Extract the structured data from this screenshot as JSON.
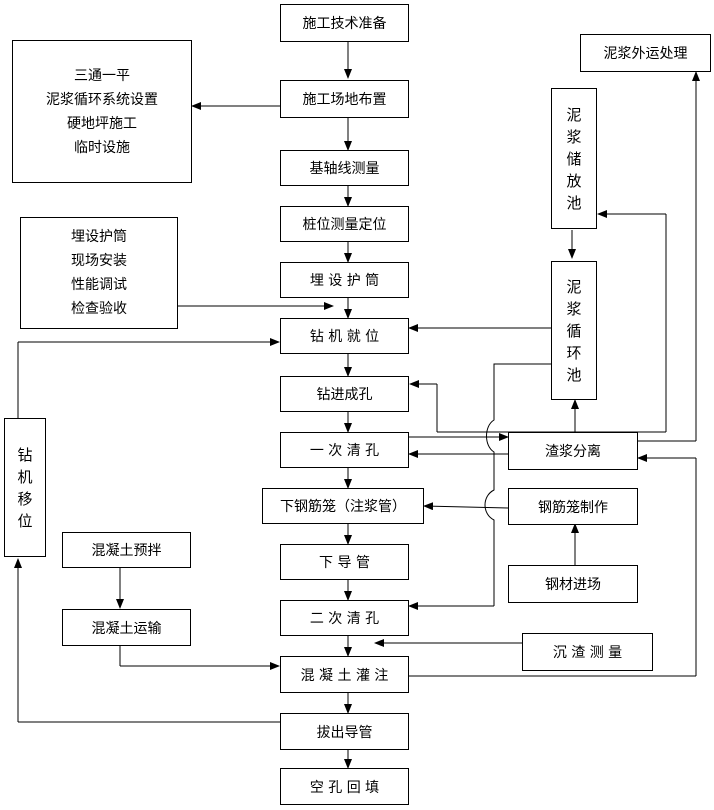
{
  "steps": [
    "施工技术准备",
    "施工场地布置",
    "基轴线测量",
    "桩位测量定位",
    "埋 设 护 筒",
    "钻 机 就 位",
    "钻进成孔",
    "一 次 清 孔",
    "下钢筋笼（注浆管）",
    "下   导   管",
    "二 次 清 孔",
    "混 凝 土 灌 注",
    "拔出导管",
    "空 孔 回 填"
  ],
  "site_prep": [
    "三通一平",
    "泥浆循环系统设置",
    "硬地坪施工",
    "临时设施"
  ],
  "casing_steps": [
    "埋设护筒",
    "现场安装",
    "性能调试",
    "检查验收"
  ],
  "mud_disposal": "泥浆外运处理",
  "mud_storage": [
    "泥",
    "浆",
    "储",
    "放",
    "池"
  ],
  "mud_circulation": [
    "泥",
    "浆",
    "循",
    "环",
    "池"
  ],
  "slag_separation": "渣浆分离",
  "cage_fabrication": "钢筋笼制作",
  "steel_arrival": "钢材进场",
  "sediment_measure": "沉  渣  测  量",
  "rig_move": [
    "钻",
    "机",
    "移",
    "位"
  ],
  "concrete_mix": "混凝土预拌",
  "concrete_transport": "混凝土运输"
}
